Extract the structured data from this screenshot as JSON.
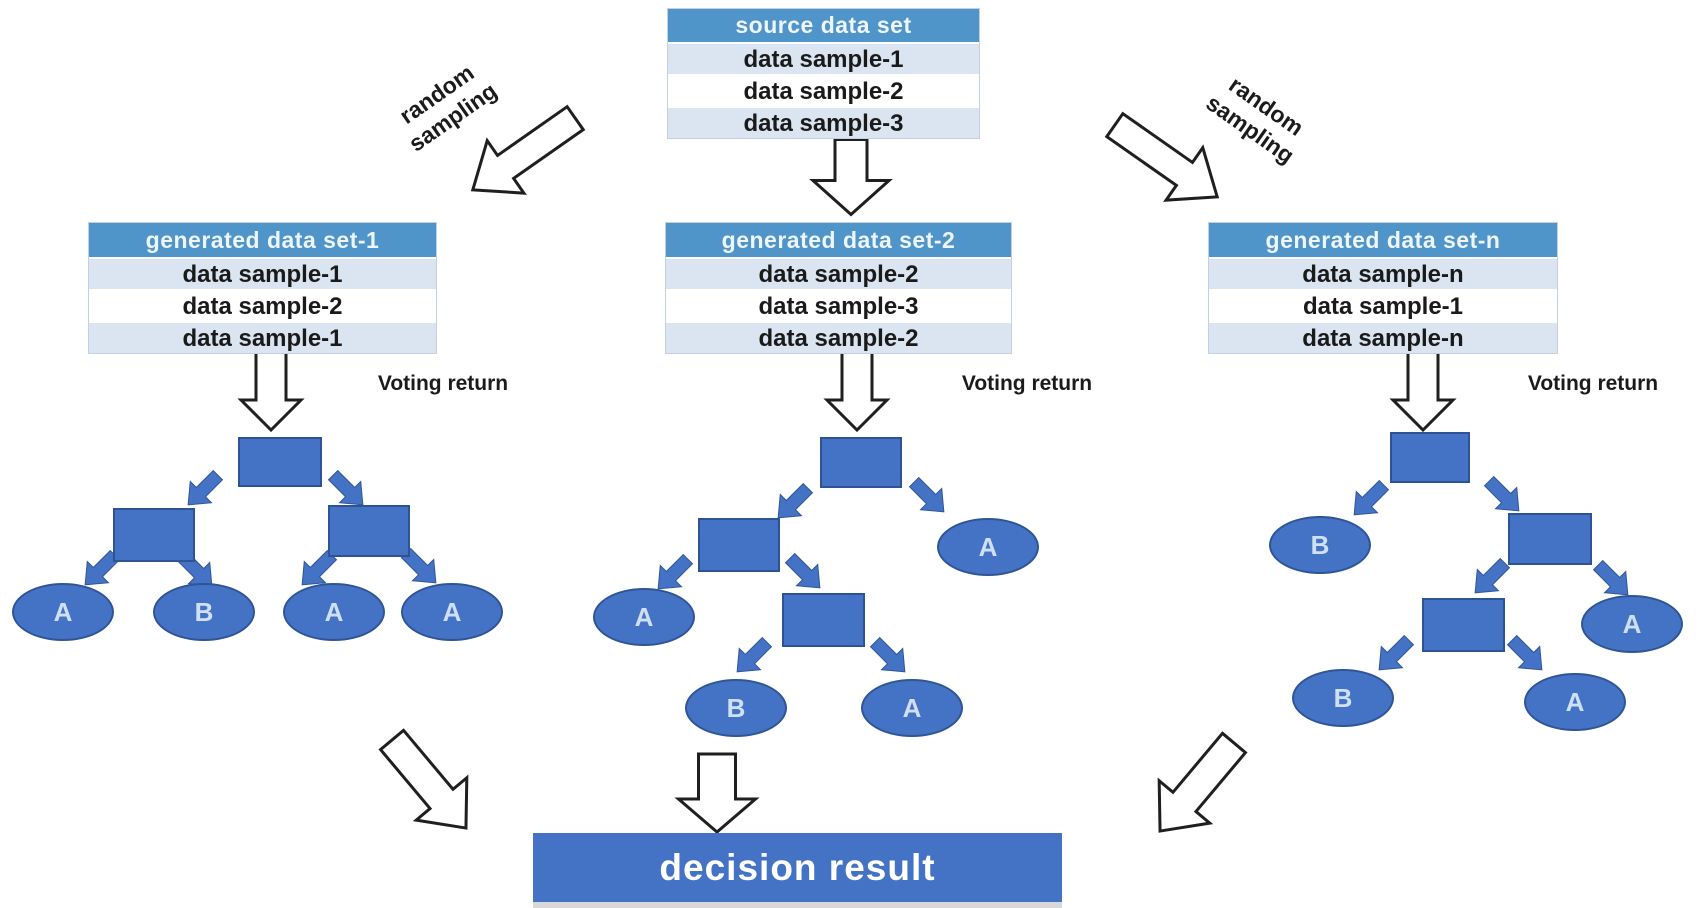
{
  "labels": {
    "random_sampling_line1": "random",
    "random_sampling_line2": "sampling",
    "voting_return": "Voting return",
    "decision_result": "decision result"
  },
  "source_table": {
    "header": "source data set",
    "rows": [
      "data sample-1",
      "data sample-2",
      "data sample-3"
    ]
  },
  "generated_tables": [
    {
      "header": "generated data set-1",
      "rows": [
        "data sample-1",
        "data sample-2",
        "data sample-1"
      ]
    },
    {
      "header": "generated data set-2",
      "rows": [
        "data sample-2",
        "data sample-3",
        "data sample-2"
      ]
    },
    {
      "header": "generated data set-n",
      "rows": [
        "data sample-n",
        "data sample-1",
        "data sample-n"
      ]
    }
  ],
  "trees": [
    {
      "leaves": [
        "A",
        "B",
        "A",
        "A"
      ]
    },
    {
      "leaves": [
        "A",
        "A",
        "B",
        "A"
      ]
    },
    {
      "leaves": [
        "B",
        "A",
        "B",
        "A"
      ]
    }
  ],
  "colors": {
    "table_header_blue": "#4f95ca",
    "table_row_light": "#dbe5f1",
    "table_row_white": "#ffffff",
    "node_blue": "#4472c4",
    "node_border": "#2f5597",
    "leaf_text": "#cfe0f5",
    "decision_bg": "#4472c4",
    "text_dark": "#1a1a1a"
  }
}
